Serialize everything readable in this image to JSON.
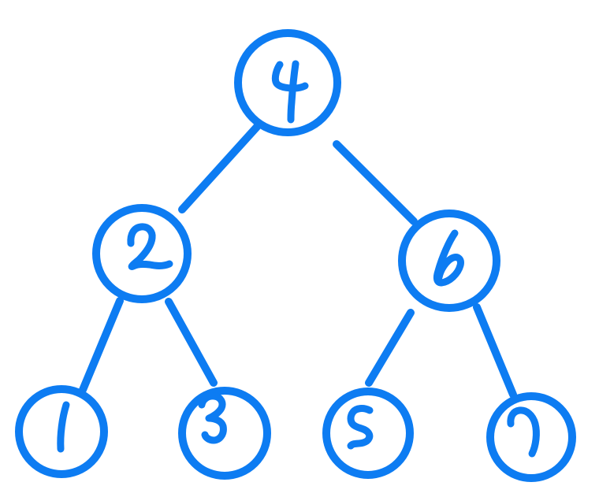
{
  "diagram": {
    "type": "binary-tree-sketch",
    "stroke_color": "#0d7cf2",
    "background_color": "#ffffff",
    "root": "4",
    "nodes": [
      {
        "id": "n4",
        "label": "4"
      },
      {
        "id": "n2",
        "label": "2"
      },
      {
        "id": "n6",
        "label": "6"
      },
      {
        "id": "n1",
        "label": "1"
      },
      {
        "id": "n3",
        "label": "3"
      },
      {
        "id": "n5",
        "label": "5"
      },
      {
        "id": "n7",
        "label": "7"
      }
    ],
    "edges": [
      {
        "from": "n4",
        "to": "n2"
      },
      {
        "from": "n4",
        "to": "n6"
      },
      {
        "from": "n2",
        "to": "n1"
      },
      {
        "from": "n2",
        "to": "n3"
      },
      {
        "from": "n6",
        "to": "n5"
      },
      {
        "from": "n6",
        "to": "n7"
      }
    ]
  }
}
